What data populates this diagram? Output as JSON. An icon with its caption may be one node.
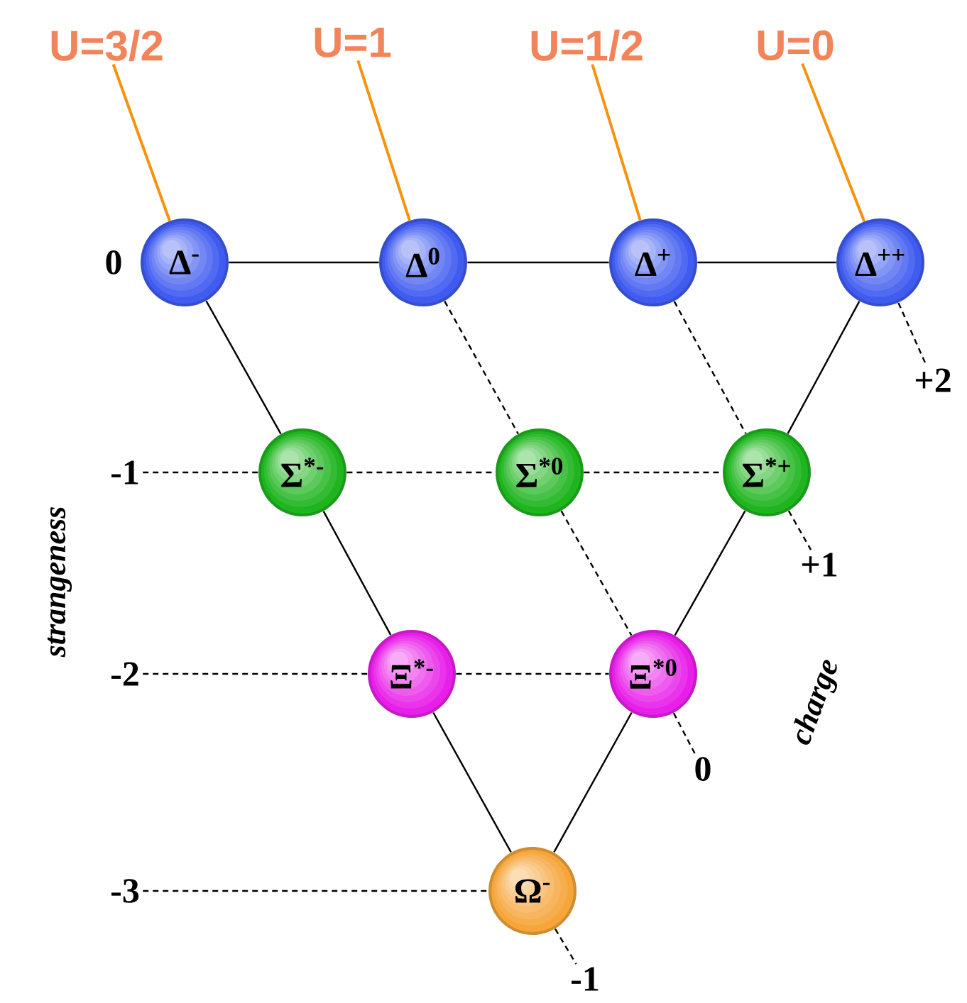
{
  "diagram": {
    "nodes": [
      {
        "text": [
          "U=3/2"
        ]
      },
      {
        "text": [
          "U=1"
        ]
      },
      {
        "text": [
          "U=1/2"
        ]
      },
      {
        "text": [
          "U=0"
        ]
      },
      {
        "text": [
          "Δ$^{-}$"
        ]
      },
      {
        "text": [
          "Δ$^{0}$"
        ]
      },
      {
        "text": [
          "Δ$^{+}$"
        ]
      },
      {
        "text": [
          "Δ$^{++}$"
        ]
      },
      {
        "text": [
          "Σ$^{*-}$"
        ]
      },
      {
        "text": [
          "Σ$^{*0}$"
        ]
      },
      {
        "text": [
          "Σ$^{*+}$"
        ]
      },
      {
        "text": [
          "Ξ$^{*-}$"
        ]
      },
      {
        "text": [
          "Ξ$^{*0}$"
        ]
      },
      {
        "text": [
          "Ω$^{-}$"
        ]
      },
      {
        "text": [
          "-1"
        ]
      },
      {
        "text": [
          "-2"
        ]
      },
      {
        "text": [
          "-3"
        ]
      },
      {
        "text": [
          "+2"
        ]
      },
      {
        "text": [
          "+1"
        ]
      },
      {
        "text": [
          "0"
        ]
      },
      {
        "text": [
          "-1"
        ]
      }
    ],
    "edges": [
      {
        "from": 0,
        "to": 4,
        "arrow": "none",
        "color": "#f5930f"
      },
      {
        "from": 1,
        "to": 5,
        "arrow": "none",
        "color": "#f5930f"
      },
      {
        "from": 2,
        "to": 6,
        "arrow": "none",
        "color": "#f5930f"
      },
      {
        "from": 3,
        "to": 7,
        "arrow": "none",
        "color": "#f5930f"
      },
      {
        "from": 4,
        "to": 5,
        "arrow": "none"
      },
      {
        "from": 5,
        "to": 6,
        "arrow": "none"
      },
      {
        "from": 6,
        "to": 7,
        "arrow": "none"
      },
      {
        "from": 4,
        "to": 8,
        "arrow": "none"
      },
      {
        "from": 8,
        "to": 11,
        "arrow": "none"
      },
      {
        "from": 11,
        "to": 13,
        "arrow": "none"
      },
      {
        "from": 7,
        "to": 10,
        "arrow": "none"
      },
      {
        "from": 10,
        "to": 12,
        "arrow": "none"
      },
      {
        "from": 12,
        "to": 13,
        "arrow": "none"
      },
      {
        "from": 14,
        "to": 8,
        "arrow": "none",
        "style": "dashed"
      },
      {
        "from": 8,
        "to": 9,
        "arrow": "none",
        "style": "dashed"
      },
      {
        "from": 9,
        "to": 10,
        "arrow": "none",
        "style": "dashed"
      },
      {
        "from": 15,
        "to": 11,
        "arrow": "none",
        "style": "dashed"
      },
      {
        "from": 11,
        "to": 12,
        "arrow": "none",
        "style": "dashed"
      },
      {
        "from": 16,
        "to": 13,
        "arrow": "none",
        "style": "dashed"
      },
      {
        "from": 5,
        "to": 9,
        "arrow": "none",
        "style": "dashed"
      },
      {
        "from": 9,
        "to": 12,
        "arrow": "none",
        "style": "dashed"
      },
      {
        "from": 12,
        "to": 19,
        "arrow": "none",
        "style": "dashed"
      },
      {
        "from": 6,
        "to": 10,
        "arrow": "none",
        "style": "dashed"
      },
      {
        "from": 10,
        "to": 18,
        "arrow": "none",
        "style": "dashed"
      },
      {
        "from": 7,
        "to": 17,
        "arrow": "none",
        "style": "dashed"
      },
      {
        "from": 13,
        "to": 20,
        "arrow": "none",
        "style": "dashed"
      }
    ],
    "labels": [
      "0",
      "strangeness",
      "charge"
    ]
  }
}
